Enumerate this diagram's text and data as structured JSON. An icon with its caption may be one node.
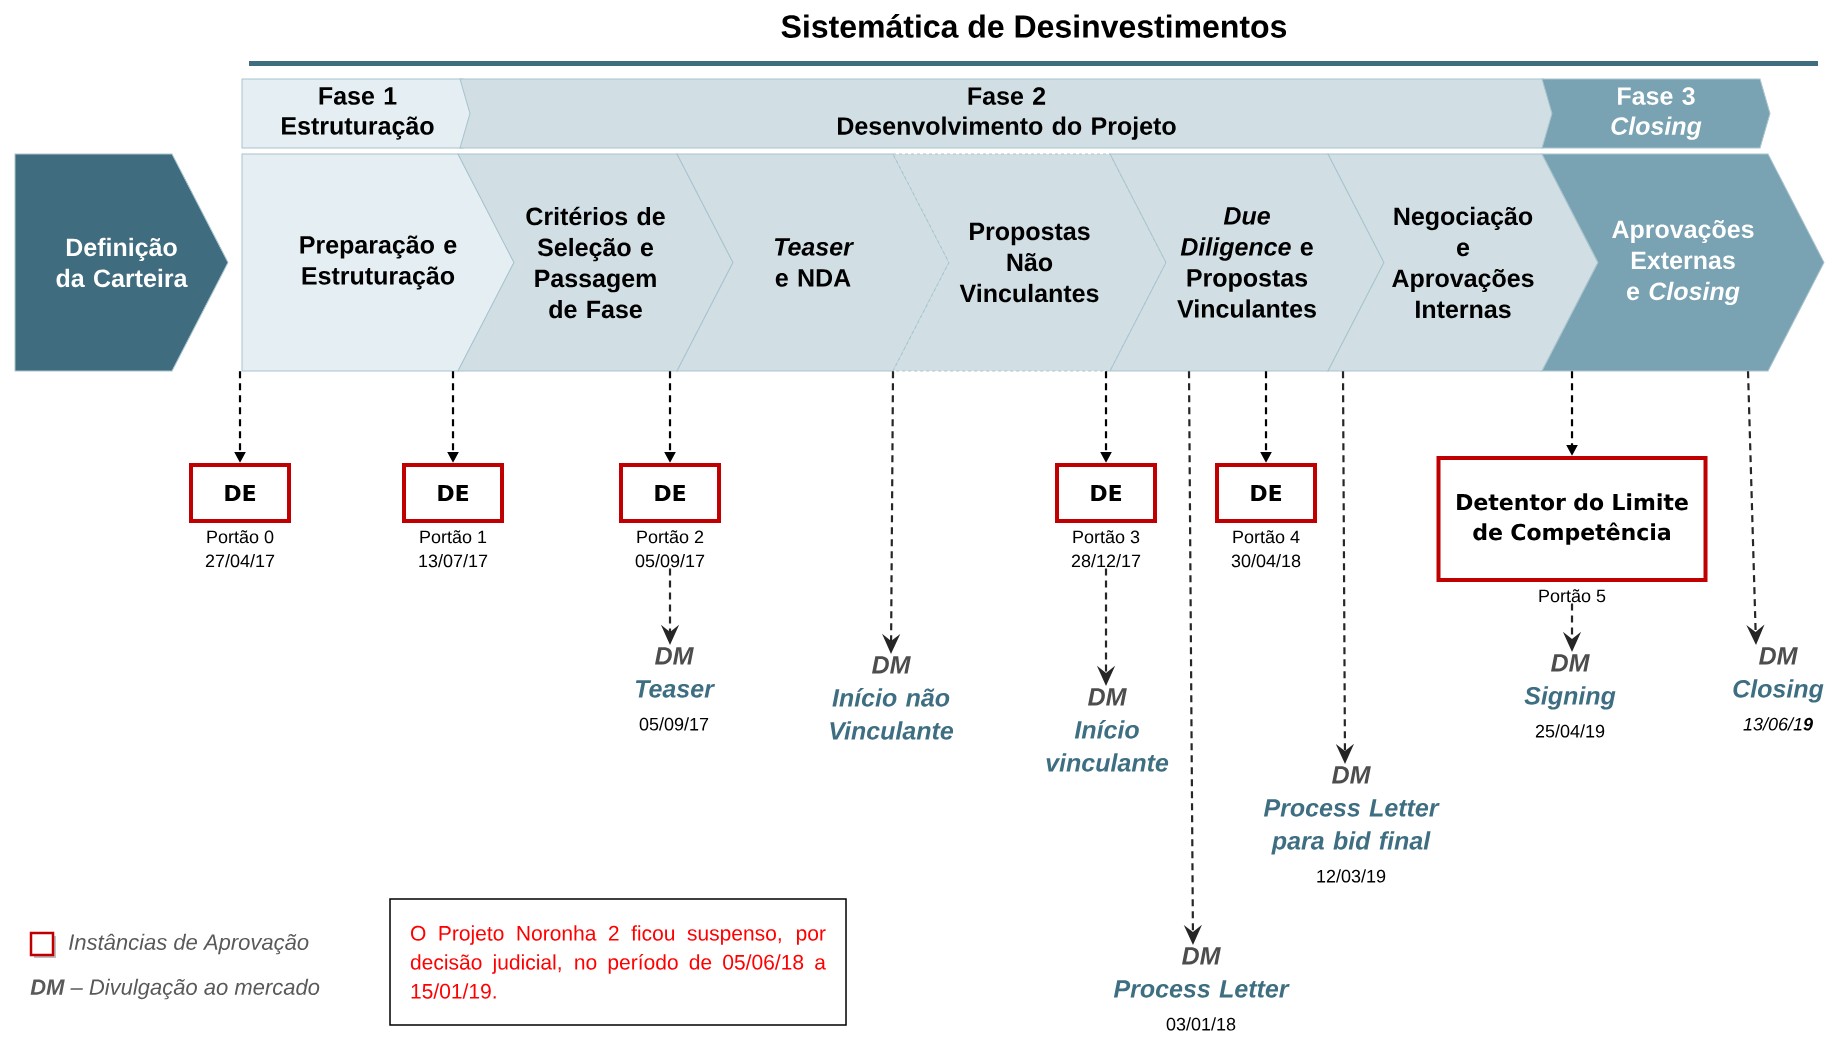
{
  "diagram": {
    "title": "Sistemática de Desinvestimentos",
    "nodes": [
      {
        "text": [
          "Fase 1",
          "Estruturação"
        ]
      },
      {
        "text": [
          "Fase 2",
          "Desenvolvimento do Projeto"
        ]
      },
      {
        "text": [
          "Fase 3",
          "*Closing*"
        ]
      },
      {
        "text": [
          "Definição da Carteira"
        ]
      },
      {
        "text": [
          "Preparação e Estruturação"
        ]
      },
      {
        "text": [
          "Critérios de Seleção e Passagem de Fase"
        ]
      },
      {
        "text": [
          "*Teaser* e NDA"
        ]
      },
      {
        "text": [
          "Propostas Não Vinculantes"
        ]
      },
      {
        "text": [
          "*Due Diligence* e Propostas Vinculantes"
        ]
      },
      {
        "text": [
          "Negociação e Aprovações Internas"
        ]
      },
      {
        "text": [
          "Aprovações Externas e *Closing*"
        ]
      },
      {
        "text": [
          "DE"
        ],
        "beside": [
          "Portão 0",
          "27/04/17"
        ]
      },
      {
        "text": [
          "DE"
        ],
        "beside": [
          "Portão 1",
          "13/07/17"
        ]
      },
      {
        "text": [
          "DE"
        ],
        "beside": [
          "Portão 2",
          "05/09/17"
        ]
      },
      {
        "text": [
          "DE"
        ],
        "beside": [
          "Portão 3",
          "28/12/17"
        ]
      },
      {
        "text": [
          "DE"
        ],
        "beside": [
          "Portão 4",
          "30/04/18"
        ]
      },
      {
        "text": [
          "Detentor do Limite de Competência"
        ],
        "beside": [
          "Portão 5"
        ]
      },
      {
        "text": [
          "DM",
          "Teaser",
          "05/09/17"
        ]
      },
      {
        "text": [
          "DM",
          "Início não Vinculante"
        ]
      },
      {
        "text": [
          "DM",
          "Início vinculante"
        ]
      },
      {
        "text": [
          "DM",
          "Process Letter",
          "03/01/18"
        ]
      },
      {
        "text": [
          "DM",
          "Process Letter para bid final",
          "12/03/19"
        ]
      },
      {
        "text": [
          "DM",
          "Signing",
          "25/04/19"
        ]
      },
      {
        "text": [
          "DM",
          "Closing",
          "13/06/1**9**"
        ]
      },
      {
        "text": [
          "O Projeto Noronha 2 ficou suspenso, por decisão judicial, no período de 05/06/18 a 15/01/19."
        ]
      }
    ],
    "edges": [
      {
        "from": 4,
        "to": 11,
        "arrow": "to",
        "style": "dashed"
      },
      {
        "from": 4,
        "to": 12,
        "arrow": "to",
        "style": "dashed"
      },
      {
        "from": 5,
        "to": 13,
        "arrow": "to",
        "style": "dashed"
      },
      {
        "from": 7,
        "to": 18,
        "arrow": "to",
        "style": "dashed"
      },
      {
        "from": 7,
        "to": 14,
        "arrow": "to",
        "style": "dashed"
      },
      {
        "from": 8,
        "to": 20,
        "arrow": "to",
        "style": "dashed"
      },
      {
        "from": 8,
        "to": 15,
        "arrow": "to",
        "style": "dashed"
      },
      {
        "from": 9,
        "to": 21,
        "arrow": "to",
        "style": "dashed"
      },
      {
        "from": 10,
        "to": 16,
        "arrow": "to",
        "style": "dashed"
      },
      {
        "from": 10,
        "to": 23,
        "arrow": "to",
        "style": "dashed"
      },
      {
        "from": 13,
        "to": 17,
        "arrow": "to",
        "style": "dashed"
      },
      {
        "from": 14,
        "to": 19,
        "arrow": "to",
        "style": "dashed"
      },
      {
        "from": 16,
        "to": 22,
        "arrow": "to",
        "style": "dashed"
      }
    ],
    "labels": [
      "**DM** – Divulgação ao mercado"
    ],
    "legend": [
      {
        "text": "Instâncias de Aprovação"
      }
    ]
  }
}
